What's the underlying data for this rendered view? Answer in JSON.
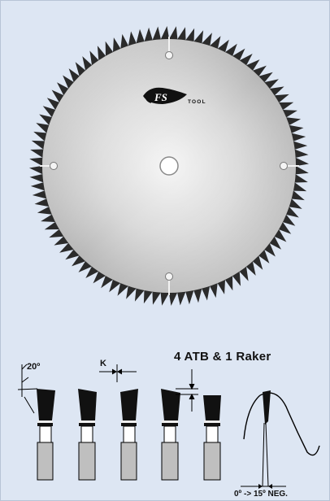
{
  "blade": {
    "logo_mark": "FS",
    "logo_word": "TOOL",
    "tooth_count": 96
  },
  "diagram": {
    "title": "4 ATB & 1 Raker",
    "angle_top": "20º",
    "clearance_label": "K",
    "hook_label": "0º  -> 15º NEG."
  },
  "colors": {
    "background": "#dde6f3",
    "teeth": "#2b2b2b",
    "tip": "#111111",
    "body": "#bfbfbf"
  }
}
